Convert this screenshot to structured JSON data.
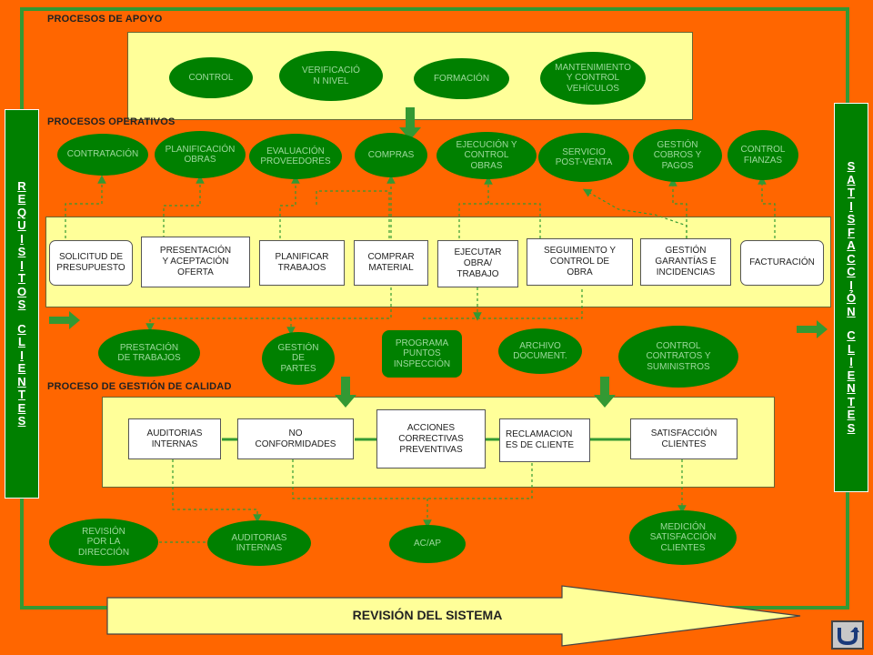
{
  "sections": {
    "apoyo": "PROCESOS DE APOYO",
    "operativos": "PROCESOS OPERATIVOS",
    "calidad": "PROCESO DE GESTIÓN DE CALIDAD"
  },
  "left_bar": [
    "R",
    "E",
    "Q",
    "U",
    "I",
    "S",
    "I",
    "T",
    "O",
    "S",
    "",
    "C",
    "L",
    "I",
    "E",
    "N",
    "T",
    "E",
    "S"
  ],
  "right_bar": [
    "S",
    "A",
    "T",
    "I",
    "S",
    "F",
    "A",
    "C",
    "C",
    "I",
    "Ó",
    "N",
    "",
    "C",
    "L",
    "I",
    "E",
    "N",
    "T",
    "E",
    "S"
  ],
  "apoyo": [
    "CONTROL",
    "VERIFICACIÓ\nN NIVEL",
    "FORMACIÓN",
    "MANTENIMIENTO\nY CONTROL\nVEHÍCULOS"
  ],
  "operativos_top": [
    "CONTRATACIÓN",
    "PLANIFICACIÓN\nOBRAS",
    "EVALUACIÓN\nPROVEEDORES",
    "COMPRAS",
    "EJECUCIÓN Y\nCONTROL\nOBRAS",
    "SERVICIO\nPOST-VENTA",
    "GESTIÓN\nCOBROS Y\nPAGOS",
    "CONTROL\nFIANZAS"
  ],
  "operativos_boxes": [
    "SOLICITUD DE\nPRESUPUESTO",
    "PRESENTACIÓN\nY ACEPTACIÓN\nOFERTA",
    "PLANIFICAR\nTRABAJOS",
    "COMPRAR\nMATERIAL",
    "EJECUTAR\nOBRA/\nTRABAJO",
    "SEGUIMIENTO Y\nCONTROL DE\nOBRA",
    "GESTIÓN\nGARANTÍAS E\nINCIDENCIAS",
    "FACTURACIÓN"
  ],
  "operativos_bottom": [
    "PRESTACIÓN\nDE TRABAJOS",
    "GESTIÓN\nDE\nPARTES",
    "PROGRAMA\nPUNTOS\nINSPECCIÓN",
    "ARCHIVO\nDOCUMENT.",
    "CONTROL\nCONTRATOS Y\nSUMINISTROS"
  ],
  "calidad_boxes": [
    "AUDITORIAS\nINTERNAS",
    "NO\nCONFORMIDADES",
    "ACCIONES\nCORRECTIVAS\nPREVENTIVAS",
    "RECLAMACION\nES DE CLIENTE",
    "SATISFACCIÓN\nCLIENTES"
  ],
  "calidad_bottom": [
    "REVISIÓN\nPOR LA\nDIRECCIÓN",
    "AUDITORIAS\nINTERNAS",
    "AC/AP",
    "MEDICIÓN\nSATISFACCIÓN\nCLIENTES"
  ],
  "revision": "REVISIÓN DEL SISTEMA",
  "home_icon": "u-turn-back-icon",
  "colors": {
    "background": "#ff6600",
    "panel": "#ffff99",
    "oval": "#008000",
    "frame": "#339933"
  }
}
